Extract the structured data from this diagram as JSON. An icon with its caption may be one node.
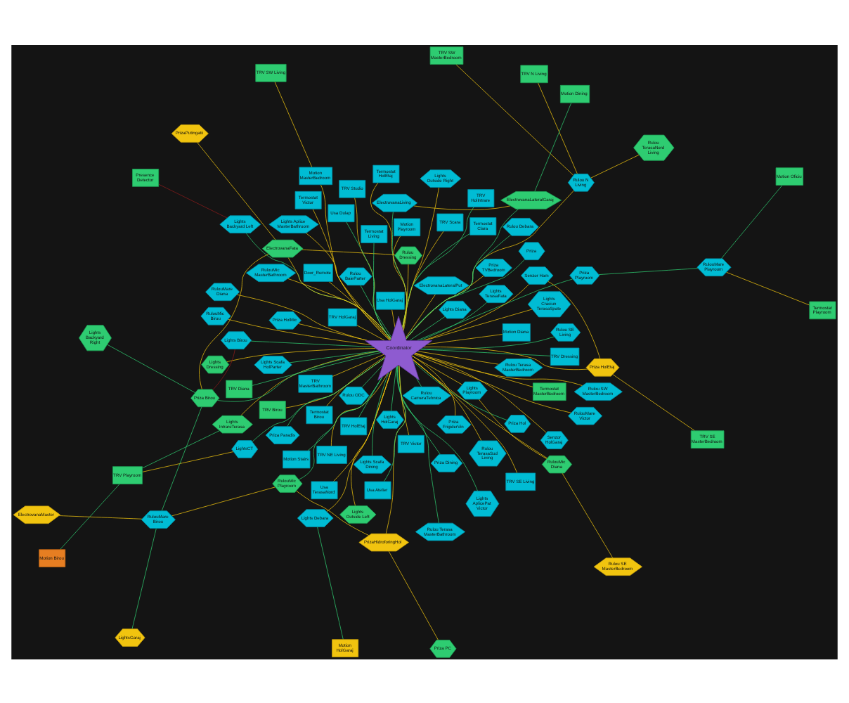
{
  "diagram": {
    "nodes": [
      {
        "text": [
          "Lights Dressing"
        ]
      },
      {
        "text": [
          "Termostat MasterBedroom"
        ]
      },
      {
        "text": [
          "Lights Outside Left"
        ]
      },
      {
        "text": [
          "Presence Detector"
        ]
      },
      {
        "text": [
          "Rulou Terasa MasterBedroom"
        ]
      },
      {
        "text": [
          "TRV HolGaraj"
        ]
      },
      {
        "text": [
          "Motion Stairs"
        ]
      },
      {
        "text": [
          "Motion Birou"
        ]
      },
      {
        "text": [
          "Priza PC"
        ]
      },
      {
        "text": [
          "Termostat Playroom"
        ]
      },
      {
        "text": [
          "Priza Dining"
        ]
      },
      {
        "text": [
          "TRV SW MasterBedroom"
        ]
      },
      {
        "text": [
          "Rulou SW MasterBedroom"
        ]
      },
      {
        "text": [
          "Lights TerasaFata"
        ]
      },
      {
        "text": [
          "Termostat HolEtaj"
        ]
      },
      {
        "text": [
          "Rulou TerasaNord Living"
        ]
      },
      {
        "text": [
          "TRV SE Living"
        ]
      },
      {
        "text": [
          "Termostat Victor"
        ]
      },
      {
        "text": [
          "Lights Backyard Left"
        ]
      },
      {
        "text": [
          "TRV Playroom"
        ]
      },
      {
        "text": [
          "Rulou ODC"
        ]
      },
      {
        "text": [
          "TRV MasterBathroom"
        ]
      },
      {
        "text": [
          "TRV Scara"
        ]
      },
      {
        "text": [
          "Termostat Clara"
        ]
      },
      {
        "text": [
          "TRV Studio"
        ]
      },
      {
        "text": [
          "Rulou TerasaSud Living"
        ]
      },
      {
        "text": [
          "Motion Oficiu"
        ]
      },
      {
        "text": [
          "RulouMare Playroom"
        ]
      },
      {
        "text": [
          "Lights HolGaraj"
        ]
      },
      {
        "text": [
          "RulouMare Victor"
        ]
      },
      {
        "text": [
          "TRV N Living"
        ]
      },
      {
        "text": [
          "Rulou N Living"
        ]
      },
      {
        "text": [
          "TRV NE Living"
        ]
      },
      {
        "text": [
          "Door_Remote"
        ]
      },
      {
        "text": [
          "ElectrovanaLateralPut"
        ]
      },
      {
        "text": [
          "Motion HolGaraj"
        ]
      },
      {
        "text": [
          "LightsCT"
        ]
      },
      {
        "text": [
          "Priza Playroom"
        ]
      },
      {
        "text": [
          "RulouMare Diana"
        ]
      },
      {
        "text": [
          "Lights Debara"
        ]
      },
      {
        "text": [
          "ElectrovanaLateralGaraj"
        ]
      },
      {
        "text": [
          "Lights Birou"
        ]
      },
      {
        "text": [
          "Lights IntrareTerasa"
        ]
      },
      {
        "text": [
          "Rulou Dressing"
        ]
      },
      {
        "text": [
          "TRV Dressing"
        ]
      },
      {
        "text": [
          "Lights Backyard Right"
        ]
      },
      {
        "text": [
          "Motion Dining"
        ]
      },
      {
        "text": [
          "Senzor HolGaraj"
        ]
      },
      {
        "text": [
          "Lights Craciun TerasaSpate"
        ]
      },
      {
        "text": [
          "PrizaHidroforingHol"
        ]
      },
      {
        "text": [
          "Coordinator"
        ]
      },
      {
        "text": [
          "Senzor Ham"
        ]
      },
      {
        "text": [
          "PrizaPutingatii"
        ]
      },
      {
        "text": [
          "ElectrovanaFata"
        ]
      },
      {
        "text": [
          "TRV HolIntrare"
        ]
      },
      {
        "text": [
          "Rulou Terasa MasterBathroom"
        ]
      },
      {
        "text": [
          "Termostat Birou"
        ]
      },
      {
        "text": [
          "ElectrovanaLiving"
        ]
      },
      {
        "text": [
          "Priza Birou"
        ]
      },
      {
        "text": [
          "RulouMic MasterBathroom"
        ]
      },
      {
        "text": [
          "Motion MasterBedroom"
        ]
      },
      {
        "text": [
          "TRV SW Living"
        ]
      },
      {
        "text": [
          "TRV Diana"
        ]
      },
      {
        "text": [
          "RulouMic Playroom"
        ]
      },
      {
        "text": [
          "Motion Diana"
        ]
      },
      {
        "text": [
          "Lights Scafa HolParter"
        ]
      },
      {
        "text": [
          "LightsGaraj"
        ]
      },
      {
        "text": [
          "Priza"
        ]
      },
      {
        "text": [
          "Lights AplicePat Victor"
        ]
      },
      {
        "text": [
          "RulouMic Birou"
        ]
      },
      {
        "text": [
          "Usa Atelier"
        ]
      },
      {
        "text": [
          "Lights Playroom"
        ]
      },
      {
        "text": [
          "Rulou BaieParter"
        ]
      },
      {
        "text": [
          "RulouMare Birou"
        ]
      },
      {
        "text": [
          "TRV HolEtaj"
        ]
      },
      {
        "text": [
          "Priza Hol"
        ]
      },
      {
        "text": [
          "Priza TVBedroom"
        ]
      },
      {
        "text": [
          "Usa TerasaNord"
        ]
      },
      {
        "text": [
          "TRV Birou"
        ]
      },
      {
        "text": [
          "Rulou SE Living"
        ]
      },
      {
        "text": [
          "Priza HolMic"
        ]
      },
      {
        "text": [
          "Priza Paradis"
        ]
      },
      {
        "text": [
          "Lights Diana"
        ]
      },
      {
        "text": [
          "Priza FrigiderVin"
        ]
      },
      {
        "text": [
          "Termostat Living"
        ]
      },
      {
        "text": [
          "Usa Dulap"
        ]
      },
      {
        "text": [
          "Usa HolGaraj"
        ]
      },
      {
        "text": [
          "Lights Aplice MasterBathroom"
        ]
      },
      {
        "text": [
          "Priza HolEtaj"
        ]
      },
      {
        "text": [
          "Lights Scafa Dining"
        ]
      },
      {
        "text": [
          "Lights Outside Right"
        ]
      },
      {
        "text": [
          "RulouMic Diana"
        ]
      },
      {
        "text": [
          "Rulou Debara"
        ]
      },
      {
        "text": [
          "Motion Playroom"
        ]
      },
      {
        "text": [
          "ElectrovanaMaster"
        ]
      },
      {
        "text": [
          "TRV Victor"
        ]
      },
      {
        "text": [
          "Rulou CameraTehnica"
        ]
      },
      {
        "text": [
          "Rulou SE MasterBedroom"
        ]
      },
      {
        "text": [
          "TRV SE MasterBedroom"
        ]
      }
    ],
    "edges": [
      {
        "from": 0,
        "to": 50,
        "arrow": "none"
      },
      {
        "from": 1,
        "to": 50,
        "arrow": "none"
      },
      {
        "from": 2,
        "to": 50,
        "arrow": "none"
      },
      {
        "from": 4,
        "to": 50,
        "arrow": "none"
      },
      {
        "from": 5,
        "to": 50,
        "arrow": "none"
      },
      {
        "from": 6,
        "to": 50,
        "arrow": "none",
        "color": "#2ecc71"
      },
      {
        "from": 10,
        "to": 50,
        "arrow": "none",
        "color": "#2ecc71"
      },
      {
        "from": 12,
        "to": 50,
        "arrow": "none"
      },
      {
        "from": 13,
        "to": 50,
        "arrow": "none",
        "color": "#2ecc71"
      },
      {
        "from": 14,
        "to": 50,
        "arrow": "none"
      },
      {
        "from": 16,
        "to": 50,
        "arrow": "none"
      },
      {
        "from": 17,
        "to": 50,
        "arrow": "none"
      },
      {
        "from": 18,
        "to": 50,
        "arrow": "none",
        "color": "#2ecc71"
      },
      {
        "from": 20,
        "to": 50,
        "arrow": "none",
        "color": "#2ecc71"
      },
      {
        "from": 21,
        "to": 50,
        "arrow": "none"
      },
      {
        "from": 22,
        "to": 50,
        "arrow": "none"
      },
      {
        "from": 23,
        "to": 50,
        "arrow": "none",
        "color": "#2ecc71"
      },
      {
        "from": 24,
        "to": 50,
        "arrow": "none"
      },
      {
        "from": 25,
        "to": 50,
        "arrow": "none"
      },
      {
        "from": 28,
        "to": 50,
        "arrow": "none",
        "color": "#2ecc71"
      },
      {
        "from": 29,
        "to": 50,
        "arrow": "none"
      },
      {
        "from": 31,
        "to": 50,
        "arrow": "none"
      },
      {
        "from": 32,
        "to": 50,
        "arrow": "none"
      },
      {
        "from": 33,
        "to": 50,
        "arrow": "none"
      },
      {
        "from": 34,
        "to": 50,
        "arrow": "none"
      },
      {
        "from": 36,
        "to": 50,
        "arrow": "none",
        "color": "#2ecc71"
      },
      {
        "from": 37,
        "to": 50,
        "arrow": "none",
        "color": "#2ecc71"
      },
      {
        "from": 38,
        "to": 50,
        "arrow": "none"
      },
      {
        "from": 39,
        "to": 50,
        "arrow": "none"
      },
      {
        "from": 40,
        "to": 50,
        "arrow": "none",
        "color": "#2ecc71"
      },
      {
        "from": 41,
        "to": 50,
        "arrow": "none",
        "color": "#2ecc71"
      },
      {
        "from": 42,
        "to": 50,
        "arrow": "none"
      },
      {
        "from": 43,
        "to": 50,
        "arrow": "none"
      },
      {
        "from": 44,
        "to": 50,
        "arrow": "none",
        "color": "#2ecc71"
      },
      {
        "from": 47,
        "to": 50,
        "arrow": "none"
      },
      {
        "from": 48,
        "to": 50,
        "arrow": "none"
      },
      {
        "from": 49,
        "to": 50,
        "arrow": "none"
      },
      {
        "from": 51,
        "to": 50,
        "arrow": "none"
      },
      {
        "from": 53,
        "to": 50,
        "arrow": "none"
      },
      {
        "from": 54,
        "to": 50,
        "arrow": "none",
        "color": "#2ecc71"
      },
      {
        "from": 55,
        "to": 50,
        "arrow": "none",
        "color": "#2ecc71"
      },
      {
        "from": 56,
        "to": 50,
        "arrow": "none"
      },
      {
        "from": 57,
        "to": 50,
        "arrow": "none",
        "color": "#2ecc71"
      },
      {
        "from": 58,
        "to": 50,
        "arrow": "none",
        "color": "#2ecc71"
      },
      {
        "from": 59,
        "to": 50,
        "arrow": "none"
      },
      {
        "from": 60,
        "to": 50,
        "arrow": "none"
      },
      {
        "from": 62,
        "to": 50,
        "arrow": "none",
        "color": "#2ecc71"
      },
      {
        "from": 63,
        "to": 50,
        "arrow": "none",
        "color": "#2ecc71"
      },
      {
        "from": 64,
        "to": 50,
        "arrow": "none"
      },
      {
        "from": 65,
        "to": 50,
        "arrow": "none",
        "color": "#2ecc71"
      },
      {
        "from": 67,
        "to": 50,
        "arrow": "none",
        "color": "#2ecc71"
      },
      {
        "from": 68,
        "to": 50,
        "arrow": "none",
        "color": "#2ecc71"
      },
      {
        "from": 69,
        "to": 50,
        "arrow": "none"
      },
      {
        "from": 70,
        "to": 50,
        "arrow": "none",
        "color": "#2ecc71"
      },
      {
        "from": 71,
        "to": 50,
        "arrow": "none"
      },
      {
        "from": 72,
        "to": 50,
        "arrow": "none",
        "color": "#2ecc71"
      },
      {
        "from": 74,
        "to": 50,
        "arrow": "none",
        "color": "#2ecc71"
      },
      {
        "from": 75,
        "to": 50,
        "arrow": "none",
        "color": "#2ecc71"
      },
      {
        "from": 76,
        "to": 50,
        "arrow": "none"
      },
      {
        "from": 77,
        "to": 50,
        "arrow": "none"
      },
      {
        "from": 78,
        "to": 50,
        "arrow": "none"
      },
      {
        "from": 79,
        "to": 50,
        "arrow": "none",
        "color": "#2ecc71"
      },
      {
        "from": 80,
        "to": 50,
        "arrow": "none"
      },
      {
        "from": 81,
        "to": 50,
        "arrow": "none",
        "color": "#2ecc71"
      },
      {
        "from": 82,
        "to": 50,
        "arrow": "none",
        "color": "#2ecc71"
      },
      {
        "from": 83,
        "to": 50,
        "arrow": "none"
      },
      {
        "from": 84,
        "to": 50,
        "arrow": "none",
        "color": "#2ecc71"
      },
      {
        "from": 85,
        "to": 50,
        "arrow": "none",
        "color": "#2ecc71"
      },
      {
        "from": 86,
        "to": 50,
        "arrow": "none"
      },
      {
        "from": 87,
        "to": 50,
        "arrow": "none"
      },
      {
        "from": 88,
        "to": 50,
        "arrow": "none"
      },
      {
        "from": 89,
        "to": 50,
        "arrow": "none",
        "color": "#2ecc71"
      },
      {
        "from": 90,
        "to": 50,
        "arrow": "none"
      },
      {
        "from": 91,
        "to": 50,
        "arrow": "none"
      },
      {
        "from": 92,
        "to": 50,
        "arrow": "none",
        "color": "#2ecc71"
      },
      {
        "from": 93,
        "to": 50,
        "arrow": "none"
      },
      {
        "from": 95,
        "to": 50,
        "arrow": "none"
      },
      {
        "from": 96,
        "to": 50,
        "arrow": "none",
        "color": "#2ecc71"
      },
      {
        "from": 3,
        "to": 18,
        "arrow": "none",
        "color": "#8b1a1a"
      },
      {
        "from": 7,
        "to": 19,
        "arrow": "none",
        "color": "#2ecc71"
      },
      {
        "from": 19,
        "to": 42,
        "arrow": "none",
        "color": "#2ecc71"
      },
      {
        "from": 19,
        "to": 36,
        "arrow": "none"
      },
      {
        "from": 8,
        "to": 49,
        "arrow": "none"
      },
      {
        "from": 9,
        "to": 27,
        "arrow": "none"
      },
      {
        "from": 11,
        "to": 31,
        "arrow": "none"
      },
      {
        "from": 15,
        "to": 31,
        "arrow": "none"
      },
      {
        "from": 26,
        "to": 27,
        "arrow": "none",
        "color": "#2ecc71"
      },
      {
        "from": 30,
        "to": 31,
        "arrow": "none"
      },
      {
        "from": 27,
        "to": 37,
        "arrow": "none",
        "color": "#2ecc71"
      },
      {
        "from": 43,
        "to": 53,
        "arrow": "none"
      },
      {
        "from": 45,
        "to": 58,
        "arrow": "none",
        "color": "#2ecc71"
      },
      {
        "from": 52,
        "to": 53,
        "arrow": "none"
      },
      {
        "from": 53,
        "to": 58,
        "arrow": "none"
      },
      {
        "from": 61,
        "to": 60,
        "arrow": "none"
      },
      {
        "from": 66,
        "to": 73,
        "arrow": "none",
        "color": "#2ecc71"
      },
      {
        "from": 94,
        "to": 73,
        "arrow": "none"
      },
      {
        "from": 73,
        "to": 58,
        "arrow": "none",
        "color": "#2ecc71"
      },
      {
        "from": 73,
        "to": 63,
        "arrow": "none"
      },
      {
        "from": 41,
        "to": 58,
        "arrow": "none",
        "color": "#8b1a1a"
      },
      {
        "from": 35,
        "to": 39,
        "arrow": "none",
        "color": "#2ecc71"
      },
      {
        "from": 46,
        "to": 40,
        "arrow": "none",
        "color": "#2ecc71"
      },
      {
        "from": 40,
        "to": 57,
        "arrow": "none"
      },
      {
        "from": 88,
        "to": 98,
        "arrow": "none"
      },
      {
        "from": 88,
        "to": 51,
        "arrow": "none"
      },
      {
        "from": 91,
        "to": 97,
        "arrow": "none"
      },
      {
        "from": 91,
        "to": 71,
        "arrow": "none"
      },
      {
        "from": 49,
        "to": 63,
        "arrow": "none"
      }
    ]
  }
}
